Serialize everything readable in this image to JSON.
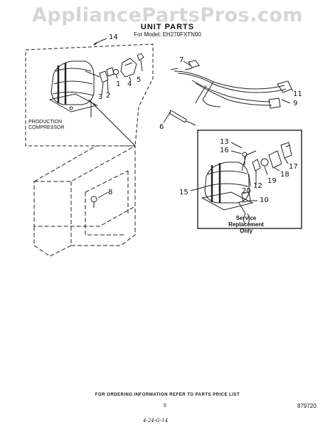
{
  "watermark": "AppliancePartsPros.com",
  "header": {
    "title": "UNIT PARTS",
    "model": "For Model: EH270FXTN00"
  },
  "callouts": [
    "1",
    "2",
    "3",
    "4",
    "5",
    "6",
    "7",
    "8",
    "9",
    "10",
    "11",
    "12",
    "13",
    "14",
    "15",
    "16",
    "17",
    "18",
    "19",
    "20"
  ],
  "labels": {
    "production_compressor": [
      "PRODUCTION",
      "COMPRESSOR"
    ],
    "service_replacement": [
      "Service Replacement",
      "Only"
    ]
  },
  "footer": {
    "ordering_note": "FOR ORDERING INFORMATION REFER TO PARTS PRICE LIST",
    "page_number": "5",
    "part_number": "879720",
    "handwritten": "4-24-G-14"
  }
}
